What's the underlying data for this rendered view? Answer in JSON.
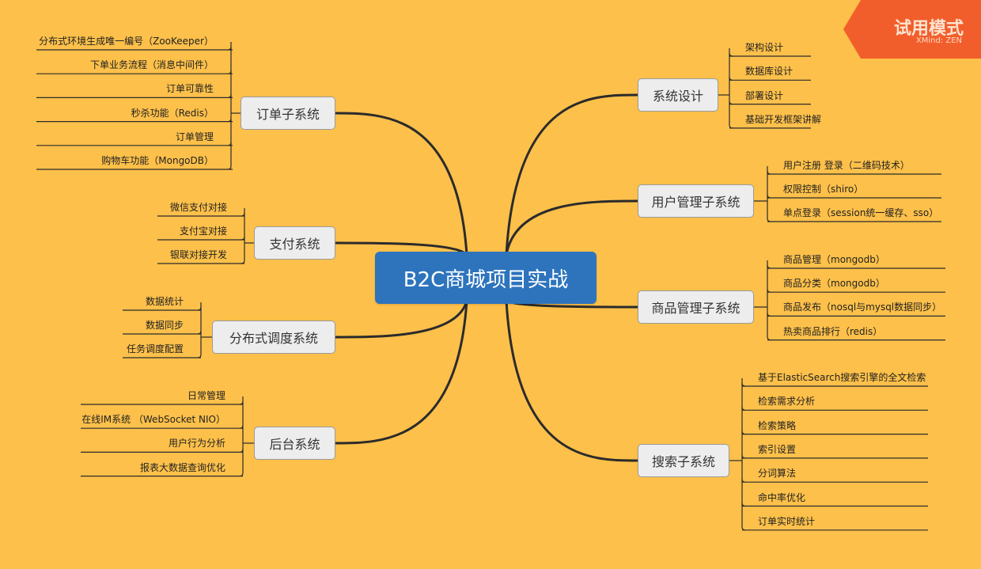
{
  "colors": {
    "background": "#FDC04A",
    "central": "#2D74BD",
    "topic_fill": "#EDEDED",
    "topic_border": "#9A9A9A",
    "badge": "#F25E2B",
    "line": "#2B2B2B"
  },
  "badge": {
    "title": "试用模式",
    "subtitle": "XMind: ZEN"
  },
  "central": {
    "label": "B2C商城项目实战"
  },
  "topics": [
    {
      "id": "order",
      "label": "订单子系统",
      "side": "left",
      "children": [
        "分布式环境生成唯一编号（ZooKeeper）",
        "下单业务流程（消息中间件）",
        "订单可靠性",
        "秒杀功能（Redis）",
        "订单管理",
        "购物车功能（MongoDB）"
      ]
    },
    {
      "id": "pay",
      "label": "支付系统",
      "side": "left",
      "children": [
        "微信支付对接",
        "支付宝对接",
        "银联对接开发"
      ]
    },
    {
      "id": "sched",
      "label": "分布式调度系统",
      "side": "left",
      "children": [
        "数据统计",
        "数据同步",
        "任务调度配置"
      ]
    },
    {
      "id": "admin",
      "label": "后台系统",
      "side": "left",
      "children": [
        "日常管理",
        "在线IM系统 （WebSocket NIO）",
        "用户行为分析",
        "报表大数据查询优化"
      ]
    },
    {
      "id": "design",
      "label": "系统设计",
      "side": "right",
      "children": [
        "架构设计",
        "数据库设计",
        "部署设计",
        "基础开发框架讲解"
      ]
    },
    {
      "id": "user",
      "label": "用户管理子系统",
      "side": "right",
      "children": [
        "用户注册 登录（二维码技术）",
        "权限控制（shiro）",
        "单点登录（session统一缓存、sso）"
      ]
    },
    {
      "id": "goods",
      "label": "商品管理子系统",
      "side": "right",
      "children": [
        "商品管理（mongodb）",
        "商品分类（mongodb）",
        "商品发布（nosql与mysql数据同步）",
        "热卖商品排行（redis）"
      ]
    },
    {
      "id": "search",
      "label": "搜索子系统",
      "side": "right",
      "children": [
        "基于ElasticSearch搜索引擎的全文检索",
        "检索需求分析",
        "检索策略",
        "索引设置",
        "分词算法",
        "命中率优化",
        "订单实时统计"
      ]
    }
  ]
}
